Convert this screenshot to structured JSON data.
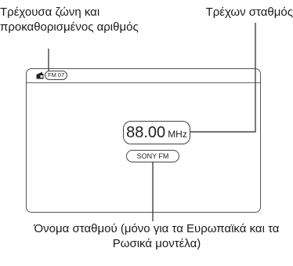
{
  "labels": {
    "current_band_preset": "Τρέχουσα ζώνη και προκαθορισμένος αριθμός",
    "current_station": "Τρέχων σταθμός",
    "station_name_note": "Όνομα σταθμού (μόνο για τα Ευρωπαϊκά και τα Ρωσικά μοντέλα)"
  },
  "screen": {
    "band_preset": "FM 07",
    "frequency": "88.00",
    "frequency_unit": "MHz",
    "station_name": "SONY FM"
  },
  "colors": {
    "line": "#444444",
    "text": "#1a1a1a"
  }
}
